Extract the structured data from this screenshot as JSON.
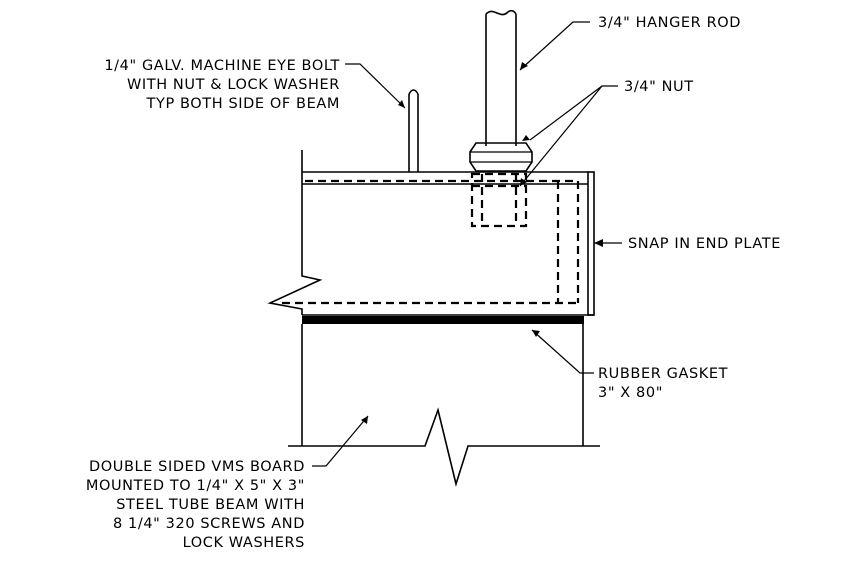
{
  "labels": {
    "hanger_rod": "3/4\" HANGER ROD",
    "eye_bolt": [
      "1/4\" GALV. MACHINE EYE BOLT",
      "WITH NUT & LOCK WASHER",
      "TYP BOTH SIDE OF BEAM"
    ],
    "nut": "3/4\" NUT",
    "end_plate": "SNAP IN END PLATE",
    "gasket": [
      "RUBBER GASKET",
      "3\" X 80\""
    ],
    "board": [
      "DOUBLE SIDED VMS BOARD",
      "MOUNTED TO 1/4\" X 5\" X 3\"",
      "STEEL TUBE BEAM WITH",
      "8 1/4\" 320 SCREWS AND",
      "LOCK WASHERS"
    ]
  }
}
